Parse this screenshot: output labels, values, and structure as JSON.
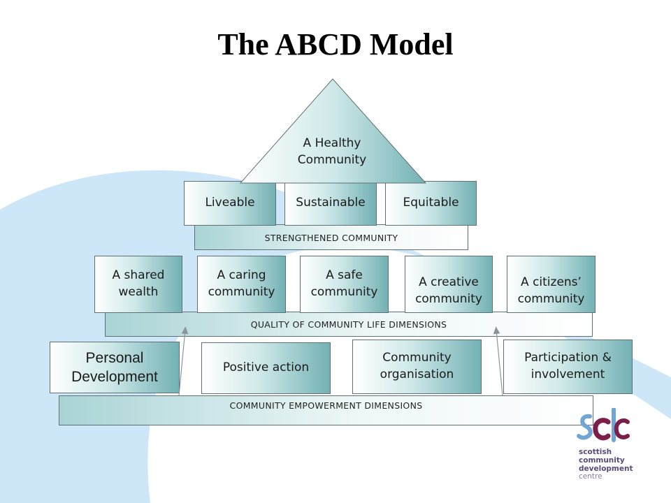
{
  "title": "The ABCD Model",
  "triangle": {
    "label_line1": "A Healthy",
    "label_line2": "Community"
  },
  "pillars": [
    "Liveable",
    "Sustainable",
    "Equitable"
  ],
  "strengthened_label": "STRENGTHENED COMMUNITY",
  "quality_boxes": [
    [
      "A shared",
      "wealth"
    ],
    [
      "A caring",
      "community"
    ],
    [
      "A safe",
      "community"
    ],
    [
      "A creative",
      "community"
    ],
    [
      "A citizens’",
      "community"
    ]
  ],
  "quality_label": "QUALITY OF COMMUNITY LIFE DIMENSIONS",
  "empowerment_boxes": [
    [
      "Personal",
      "Development"
    ],
    [
      "Positive action"
    ],
    [
      "Community",
      "organisation"
    ],
    [
      "Participation &",
      "involvement"
    ]
  ],
  "empowerment_label": "COMMUNITY EMPOWERMENT DIMENSIONS",
  "logo": {
    "mark": "scdc",
    "lines": [
      "scottish",
      "community",
      "development",
      "centre"
    ]
  },
  "colors": {
    "background_curve": "#cde6f8",
    "box_gradient_end": "#73b1b4",
    "logo_purple": "#7b1f4a",
    "logo_blue": "#6fa6d6"
  }
}
